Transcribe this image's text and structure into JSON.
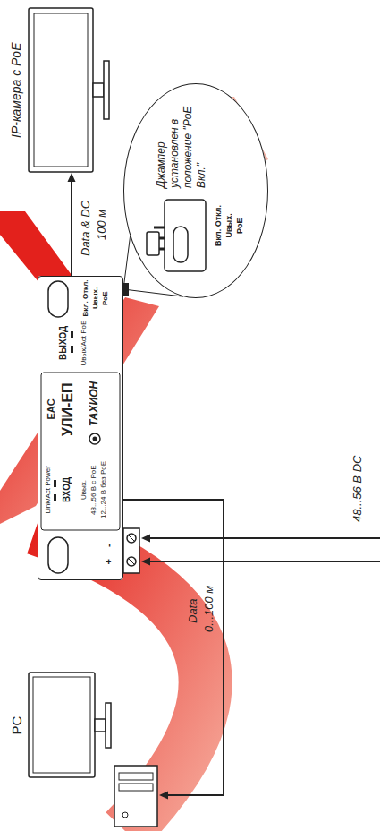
{
  "diagram": {
    "nodes": [
      {
        "text": [
          "IP-камера с PoE"
        ]
      },
      {
        "text": [
          "Джампер установлен в положение \"PoE Вкл.\"",
          "Вкл. Откл.",
          "Uвых.",
          "PoE"
        ]
      },
      {
        "text": [
          "ВЫХОД",
          "Uвых/Act PoE",
          "Вкл. Откл.",
          "Uвых.",
          "PoE",
          "EAC",
          "УЛИ-ЕП",
          "ТАХИОН",
          "Link/Act Power",
          "ВХОД",
          "Uвых.",
          "48...56 В с PoE",
          "12...24 В без PoE",
          "+ -"
        ]
      },
      {
        "text": [
          "PC"
        ]
      }
    ],
    "edges": [
      {
        "from": 2,
        "to": 0,
        "arrow": "to"
      },
      {
        "from": 2,
        "to": 3,
        "arrow": "to"
      },
      {
        "from": 1,
        "to": 2,
        "arrow": "none"
      }
    ],
    "labels": [
      "Data & DC",
      "100 м",
      "Data",
      "0...100 м",
      "48...56 В DC"
    ]
  }
}
